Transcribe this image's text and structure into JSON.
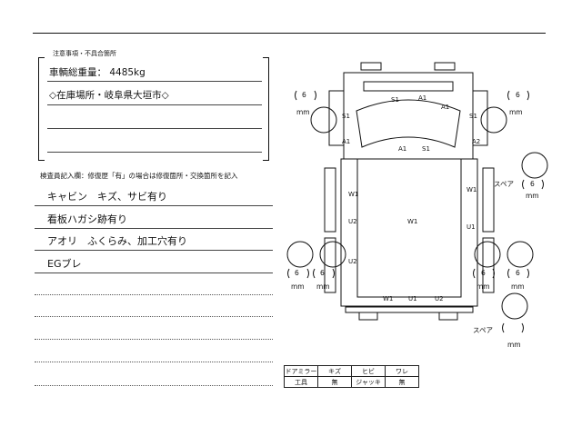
{
  "notes": {
    "title": "注意事項・不具合箇所",
    "lines": [
      "車輌総重量： 4485kg",
      "◇在庫場所・岐阜県大垣市◇"
    ]
  },
  "inspection": {
    "title": "検査員記入欄：修復歴「有」の場合は修復箇所・交換箇所を記入",
    "lines": [
      "キャビン　キズ、サビ有り",
      "看板ハガシ跡有り",
      "アオリ　ふくらみ、加工穴有り",
      "EGブレ"
    ]
  },
  "diagram": {
    "tire_depth": "6",
    "unit": "mm",
    "spare_label": "スペア",
    "marks": {
      "s1": "S1",
      "a1": "A1",
      "a2": "A2",
      "w1": "W1",
      "u1": "U1",
      "u2": "U2"
    }
  },
  "tools_table": {
    "row1": [
      "ドアミラー",
      "キズ",
      "ヒビ",
      "ワレ"
    ],
    "row2": [
      "工具",
      "無",
      "ジャッキ",
      "無"
    ]
  }
}
